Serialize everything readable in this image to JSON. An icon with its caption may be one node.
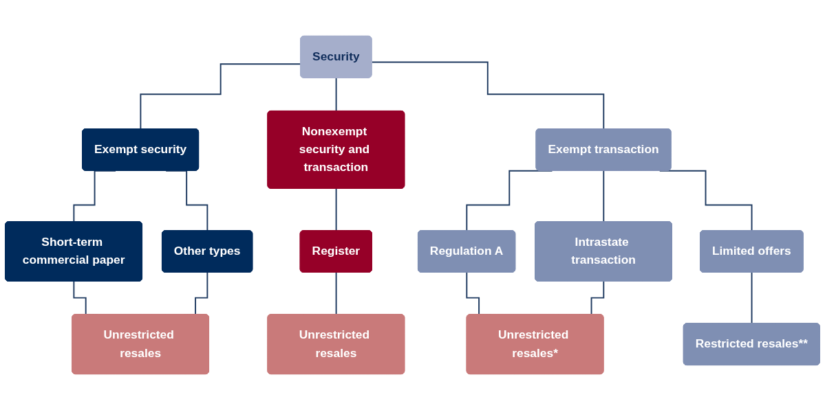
{
  "diagram": {
    "nodes": [
      {
        "text": [
          "Security"
        ]
      },
      {
        "text": [
          "Exempt security"
        ]
      },
      {
        "text": [
          "Nonexempt security and transaction"
        ]
      },
      {
        "text": [
          "Exempt transaction"
        ]
      },
      {
        "text": [
          "Short-term commercial paper"
        ]
      },
      {
        "text": [
          "Other types"
        ]
      },
      {
        "text": [
          "Register"
        ]
      },
      {
        "text": [
          "Regulation A"
        ]
      },
      {
        "text": [
          "Intrastate transaction"
        ]
      },
      {
        "text": [
          "Limited offers"
        ]
      },
      {
        "text": [
          "Unrestricted resales"
        ]
      },
      {
        "text": [
          "Unrestricted resales"
        ]
      },
      {
        "text": [
          "Unrestricted resales*"
        ]
      },
      {
        "text": [
          "Restricted resales**"
        ]
      }
    ],
    "edges": [
      {
        "from": 0,
        "to": 1,
        "arrow": "none"
      },
      {
        "from": 0,
        "to": 2,
        "arrow": "none"
      },
      {
        "from": 0,
        "to": 3,
        "arrow": "none"
      },
      {
        "from": 1,
        "to": 4,
        "arrow": "none"
      },
      {
        "from": 1,
        "to": 5,
        "arrow": "none"
      },
      {
        "from": 2,
        "to": 6,
        "arrow": "none"
      },
      {
        "from": 3,
        "to": 7,
        "arrow": "none"
      },
      {
        "from": 3,
        "to": 8,
        "arrow": "none"
      },
      {
        "from": 3,
        "to": 9,
        "arrow": "none"
      },
      {
        "from": 4,
        "to": 10,
        "arrow": "none"
      },
      {
        "from": 5,
        "to": 10,
        "arrow": "none"
      },
      {
        "from": 6,
        "to": 11,
        "arrow": "none"
      },
      {
        "from": 7,
        "to": 12,
        "arrow": "none"
      },
      {
        "from": 8,
        "to": 12,
        "arrow": "none"
      },
      {
        "from": 9,
        "to": 13,
        "arrow": "none"
      }
    ]
  }
}
